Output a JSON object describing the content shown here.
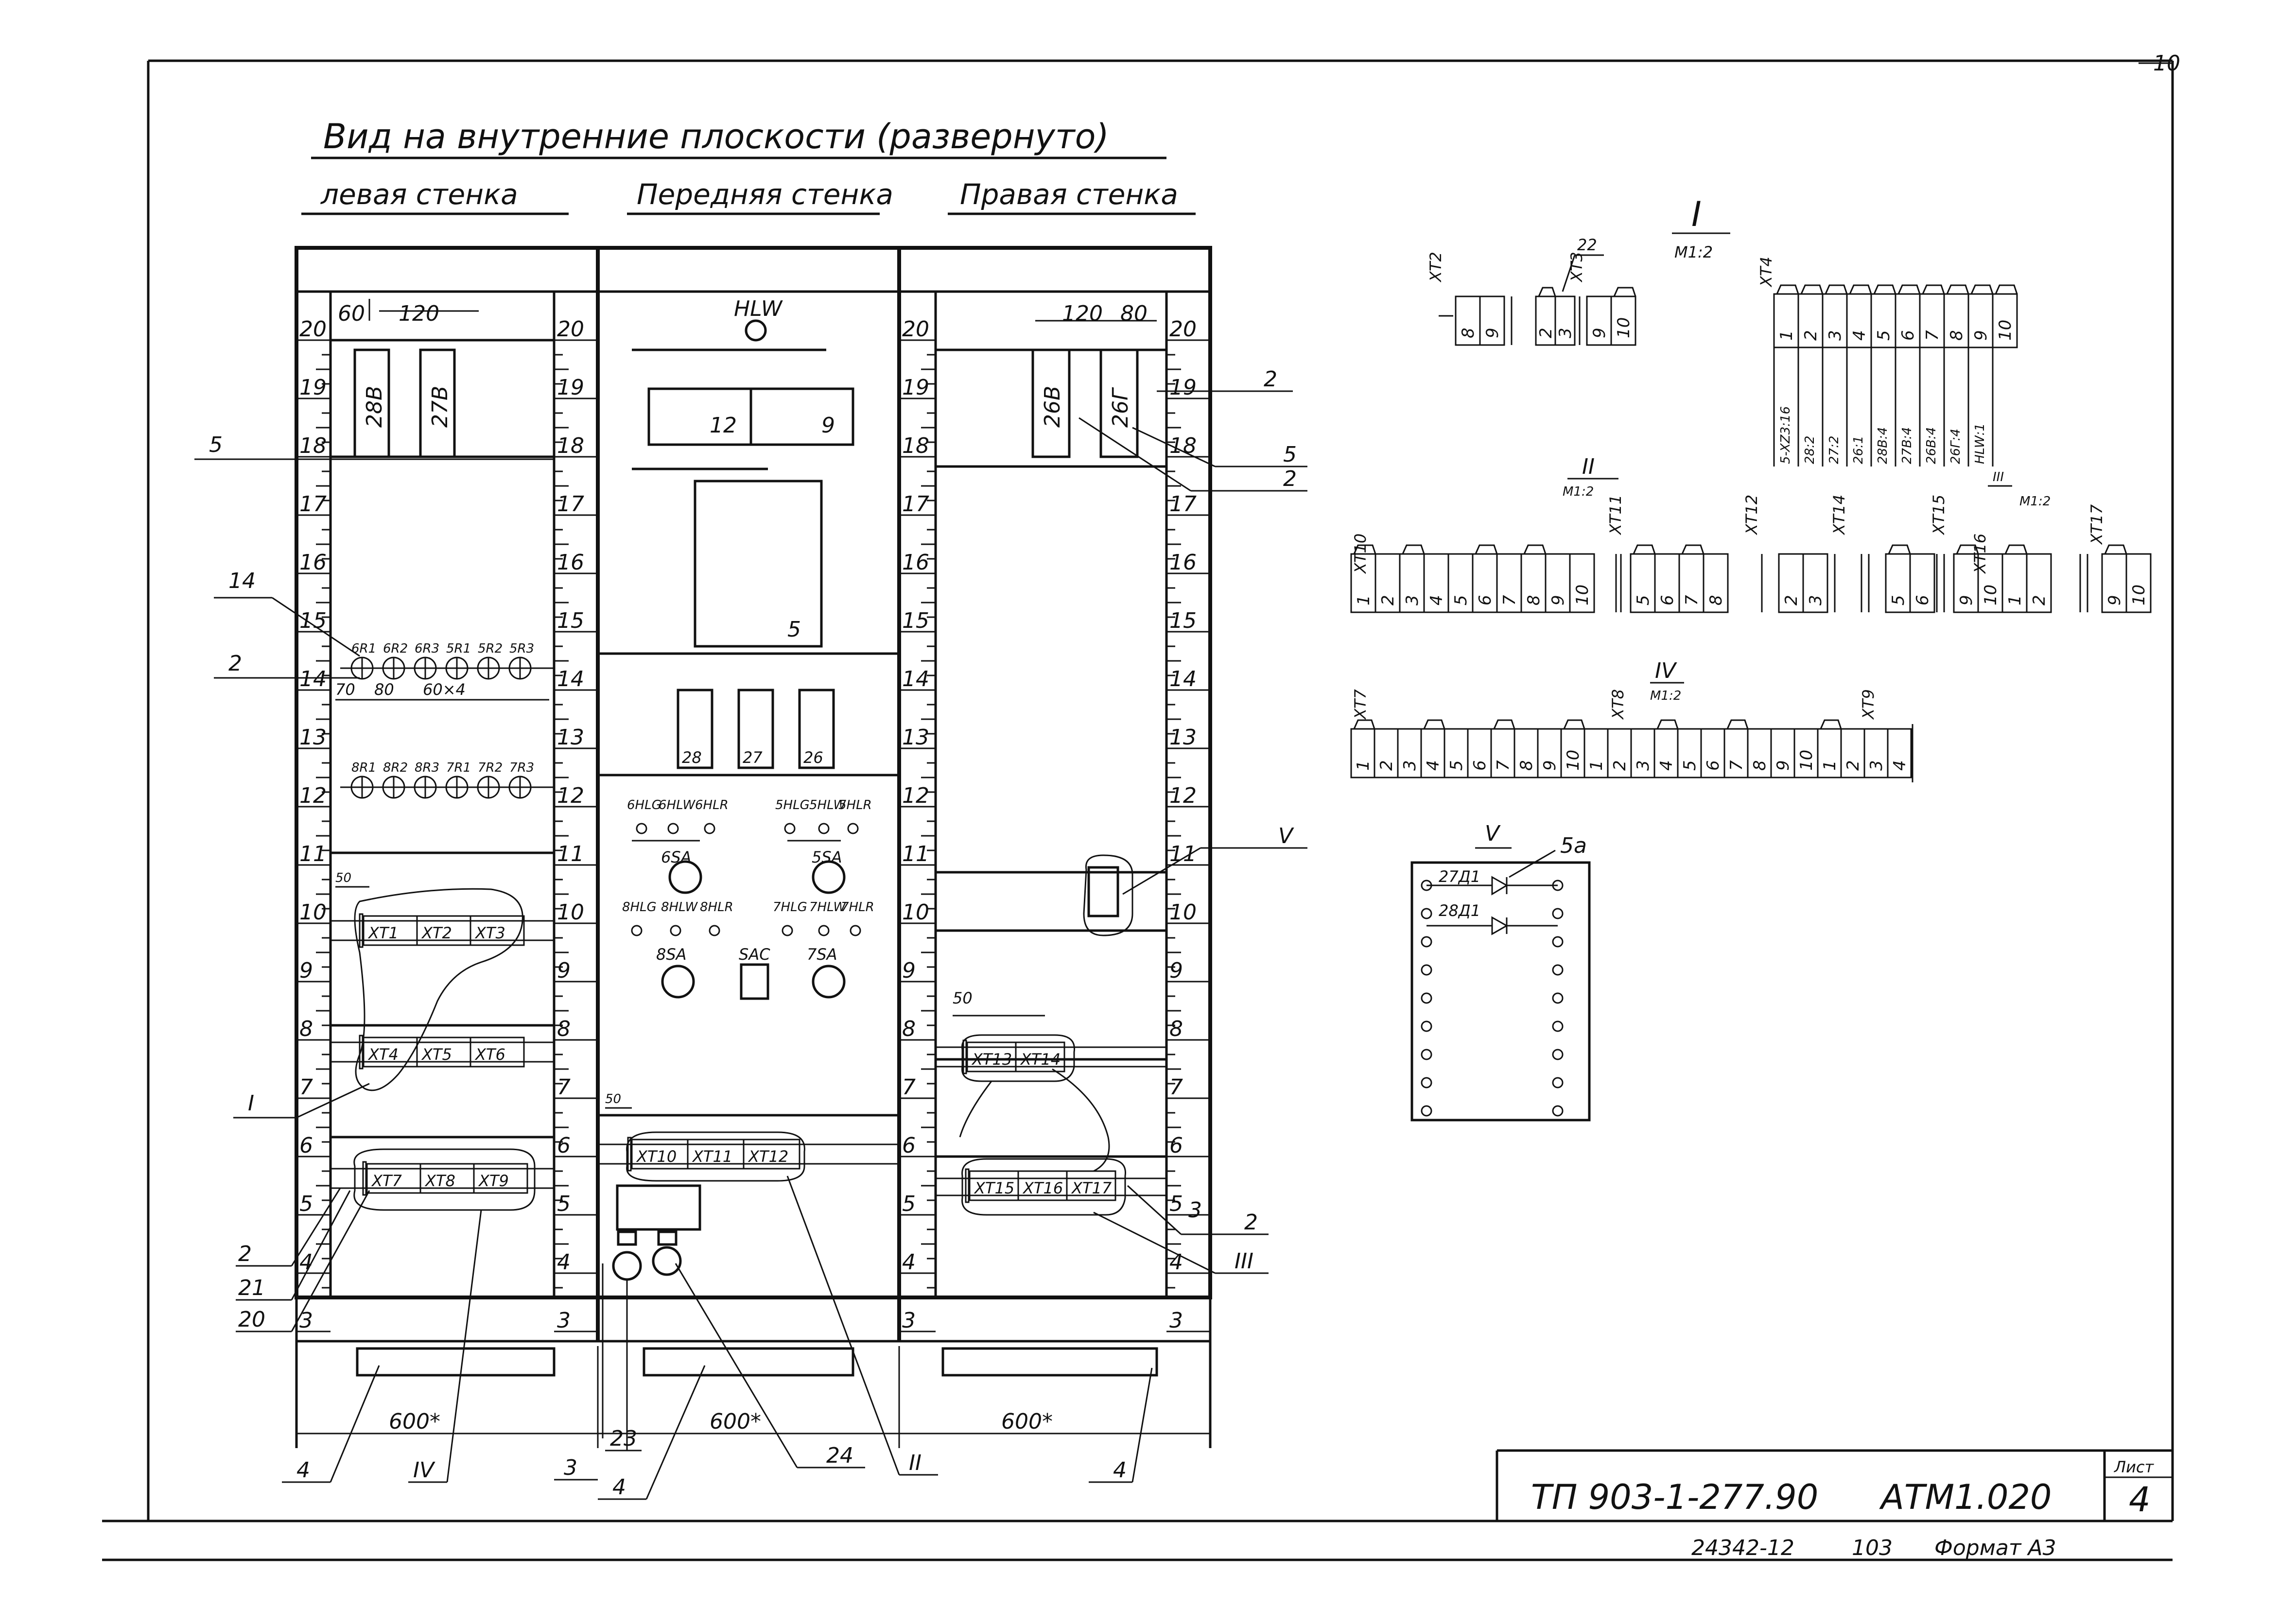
{
  "title": "Вид на внутренние плоскости (развернуто)",
  "walls": {
    "left": "левая стенка",
    "front": "Передняя стенка",
    "right": "Правая стенка"
  },
  "page_corner": "10",
  "ruler_labels": [
    "20",
    "19",
    "18",
    "17",
    "16",
    "15",
    "14",
    "13",
    "12",
    "11",
    "10",
    "9",
    "8",
    "7",
    "6",
    "5",
    "4",
    "3"
  ],
  "left_wall": {
    "dim_a": "60",
    "dim_b": "120",
    "dim_c": "70",
    "dim_d": "80",
    "dim_e": "60×4",
    "dim_f": "50",
    "blocks": [
      "28В",
      "27В"
    ],
    "relay_row1": [
      "6R1",
      "6R2",
      "6R3",
      "5R1",
      "5R2",
      "5R3"
    ],
    "relay_row2": [
      "8R1",
      "8R2",
      "8R3",
      "7R1",
      "7R2",
      "7R3"
    ],
    "strip_row1": [
      "XT1",
      "XT2",
      "XT3"
    ],
    "strip_row2": [
      "XT4",
      "XT5",
      "XT6"
    ],
    "strip_row3": [
      "XT7",
      "XT8",
      "XT9"
    ]
  },
  "front_wall": {
    "lamp": "HLW",
    "box_a": "12",
    "box_b": "9",
    "panel": "5",
    "modules": [
      "28",
      "27",
      "26"
    ],
    "lamps_row1": [
      "6HLG",
      "6HLW",
      "6HLR",
      "5HLG",
      "5HLW",
      "5HLR"
    ],
    "switch_6": "6SA",
    "switch_5": "5SA",
    "lamps_row2": [
      "8HLG",
      "8HLW",
      "8HLR",
      "7HLG",
      "7HLW",
      "7HLR"
    ],
    "switch_8": "8SA",
    "switch_sac": "SAC",
    "switch_7": "7SA",
    "dim_f": "50",
    "strips": [
      "XT10",
      "XT11",
      "XT12"
    ]
  },
  "right_wall": {
    "dim_a": "120",
    "dim_b": "80",
    "blocks": [
      "26В",
      "26Г"
    ],
    "dim_f": "50",
    "strip_row1": [
      "XT13",
      "XT14"
    ],
    "strip_row2": [
      "XT15",
      "XT16",
      "XT17"
    ]
  },
  "dims": {
    "left": "600*",
    "front": "600*",
    "right": "600*"
  },
  "callouts": {
    "c5_left": "5",
    "c14": "14",
    "c2_left": "2",
    "cI": "I",
    "c2_bottom": "2",
    "c21": "21",
    "c20": "20",
    "c4_left": "4",
    "cIV": "IV",
    "c3": "3",
    "c23": "23",
    "c4_mid": "4",
    "c24": "24",
    "cII": "II",
    "c4_right": "4",
    "c2_r1": "2",
    "c5_right": "5",
    "c2_r2": "2",
    "cV": "V",
    "c3_right": "3",
    "c2_right": "2",
    "cIII": "III"
  },
  "detail_I": {
    "title": "I",
    "scale": "M1:2",
    "xt2": "XT2",
    "xt3": "XT3",
    "c22": "22",
    "g1": [
      "8",
      "9"
    ],
    "g2": [
      "2",
      "3"
    ],
    "g3": [
      "9",
      "10"
    ],
    "xt4": "XT4",
    "xt4_terminals": [
      "1",
      "2",
      "3",
      "4",
      "5",
      "6",
      "7",
      "8",
      "9",
      "10"
    ],
    "xt4_wires": [
      "5-XZ3:16",
      "28:2",
      "27:2",
      "26:1",
      "28В:4",
      "27В:4",
      "26В:4",
      "26Г:4",
      "HLW:1"
    ]
  },
  "detail_II": {
    "title": "II",
    "scale": "M1:2",
    "xt10": "XT10",
    "xt10_t": [
      "1",
      "2",
      "3",
      "4",
      "5",
      "6",
      "7",
      "8",
      "9",
      "10"
    ],
    "xt11": "XT11",
    "xt11_t": [
      "5",
      "6",
      "7",
      "8"
    ],
    "xt12": "XT12",
    "xt12_t": [
      "2",
      "3"
    ],
    "xt14": "XT14"
  },
  "detail_III": {
    "title": "III",
    "scale": "M1:2",
    "xt15": "XT15",
    "xt15_t": [
      "5",
      "6"
    ],
    "xt16": "XT16",
    "xt16_t": [
      "9",
      "10",
      "1",
      "2"
    ],
    "xt17": "XT17",
    "xt17_t": [
      "9",
      "10"
    ]
  },
  "detail_IV": {
    "title": "IV",
    "scale": "M1:2",
    "xt7": "XT7",
    "xt8": "XT8",
    "xt9": "XT9",
    "terminals": [
      "1",
      "2",
      "3",
      "4",
      "5",
      "6",
      "7",
      "8",
      "9",
      "10",
      "1",
      "2",
      "3",
      "4",
      "5",
      "6",
      "7",
      "8",
      "9",
      "10",
      "1",
      "2",
      "3",
      "4"
    ]
  },
  "detail_V": {
    "title": "V",
    "label": "5а",
    "d1": "27Д1",
    "d2": "28Д1"
  },
  "stamp": {
    "code": "ТП 903-1-277.90",
    "doc": "АТМ1.020",
    "sheet_label": "Лист",
    "sheet": "4"
  },
  "footer": {
    "number": "24342-12",
    "page": "103",
    "format": "Формат А3"
  }
}
